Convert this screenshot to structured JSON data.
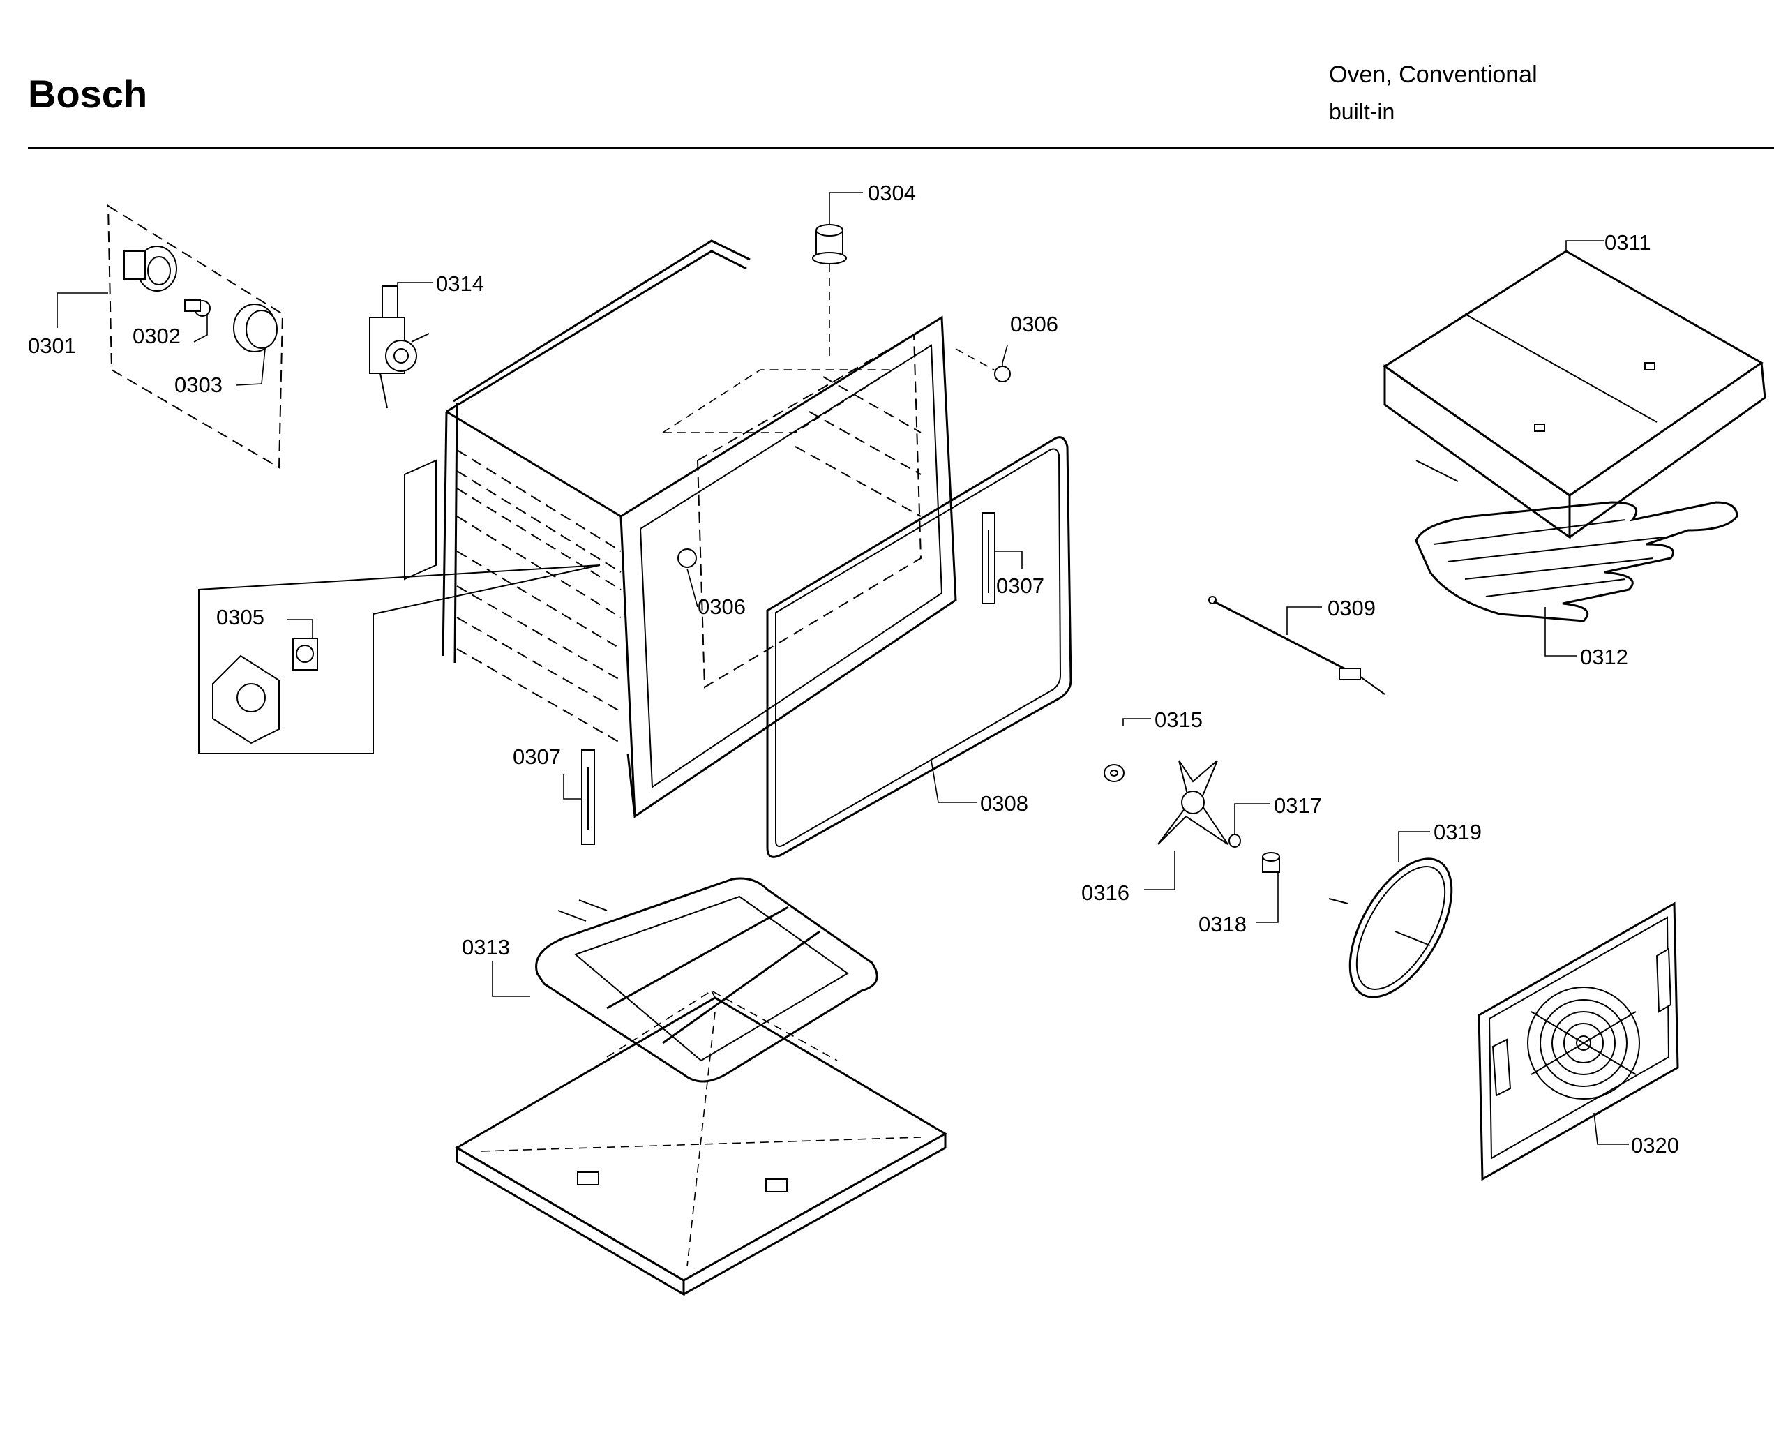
{
  "header": {
    "brand": "Bosch",
    "product_type": "Oven, Conventional",
    "product_subtype": "built-in"
  },
  "callouts": {
    "c0301": "0301",
    "c0302": "0302",
    "c0303": "0303",
    "c0304": "0304",
    "c0305": "0305",
    "c0306a": "0306",
    "c0306b": "0306",
    "c0307a": "0307",
    "c0307b": "0307",
    "c0308": "0308",
    "c0309": "0309",
    "c0311": "0311",
    "c0312": "0312",
    "c0313": "0313",
    "c0314": "0314",
    "c0315": "0315",
    "c0316": "0316",
    "c0317": "0317",
    "c0318": "0318",
    "c0319": "0319",
    "c0320": "0320"
  }
}
